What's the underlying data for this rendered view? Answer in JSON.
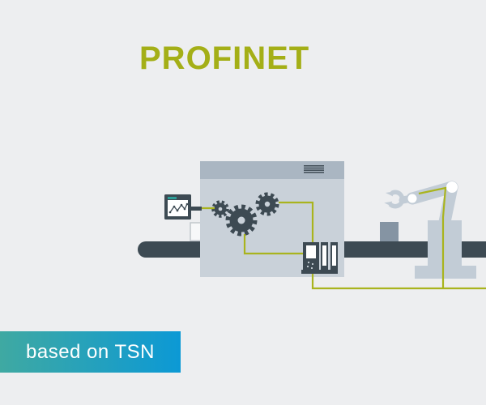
{
  "title": {
    "text": "PROFINET",
    "color": "#a4af17"
  },
  "banner": {
    "text": "based on TSN",
    "gradient_start": "#3fa9a2",
    "gradient_end": "#0c99d5",
    "text_color": "#ffffff"
  },
  "palette": {
    "background": "#edeef0",
    "dark_slate": "#3d4a53",
    "machine_body": "#c9d1d9",
    "machine_header": "#aab6c2",
    "robot_light": "#c2ccd6",
    "carton_box": "#8594a3",
    "network_line_green": "#a9b41e",
    "monitor_teal": "#2d9e98",
    "screen_white": "#ffffff"
  },
  "illustration": {
    "components": [
      "conveyor-belt",
      "hmi-monitor-with-trend-chart",
      "machine-cabinet-with-gears",
      "drive-controller-with-io-modules",
      "carton-on-belt",
      "robot-arm-with-gripper",
      "green-network-cabling"
    ]
  }
}
